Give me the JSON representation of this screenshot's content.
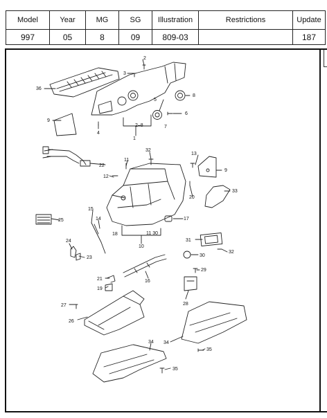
{
  "header": {
    "columns": [
      {
        "label": "Model",
        "value": "997"
      },
      {
        "label": "Year",
        "value": "05"
      },
      {
        "label": "MG",
        "value": "8"
      },
      {
        "label": "SG",
        "value": "09"
      },
      {
        "label": "Illustration",
        "value": "809-03"
      },
      {
        "label": "Restrictions",
        "value": ""
      },
      {
        "label": "Update",
        "value": "187"
      }
    ]
  },
  "diagram": {
    "callouts": {
      "c2": "2",
      "c3": "3",
      "c36": "36",
      "c8": "8",
      "c5": "5",
      "c6": "6",
      "c7": "7",
      "c9a": "9",
      "c4": "4",
      "c2_8": "2–8",
      "c1": "1",
      "c22": "22",
      "c32a": "32",
      "c11": "11",
      "c13": "13",
      "c9b": "9",
      "c12": "12",
      "c33": "33",
      "c20": "20",
      "c25": "25",
      "c15": "15",
      "c14": "14",
      "c17": "17",
      "c18": "18",
      "c11_30": "11 30",
      "c10": "10",
      "c24": "24",
      "c23": "23",
      "c31": "31",
      "c32b": "32",
      "c30": "30",
      "c29": "29",
      "c21": "21",
      "c16": "16",
      "c19": "19",
      "c27": "27",
      "c28": "28",
      "c26": "26",
      "c34a": "34",
      "c34b": "34",
      "c35a": "35",
      "c35b": "35"
    }
  }
}
